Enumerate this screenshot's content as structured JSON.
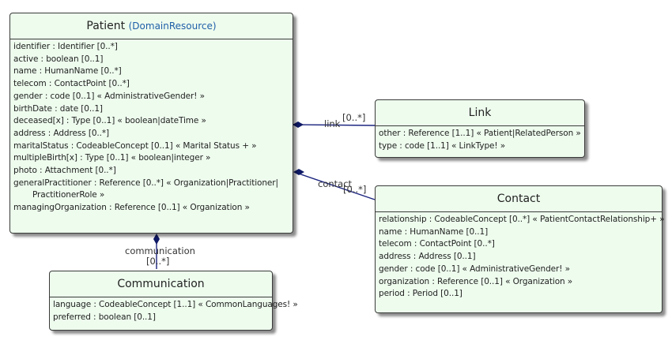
{
  "classes": {
    "patient": {
      "name": "Patient",
      "stereotype": "(DomainResource)",
      "attributes": [
        "identifier : Identifier [0..*]",
        "active : boolean [0..1]",
        "name : HumanName [0..*]",
        "telecom : ContactPoint [0..*]",
        "gender : code [0..1] « AdministrativeGender! »",
        "birthDate : date [0..1]",
        "deceased[x] : Type [0..1] « boolean|dateTime »",
        "address : Address [0..*]",
        "maritalStatus : CodeableConcept [0..1] « Marital Status + »",
        "multipleBirth[x] : Type [0..1] « boolean|integer »",
        "photo : Attachment [0..*]",
        "generalPractitioner : Reference [0..*] « Organization|Practitioner|",
        "PractitionerRole »",
        "managingOrganization : Reference [0..1] « Organization »"
      ]
    },
    "link": {
      "name": "Link",
      "attributes": [
        "other : Reference [1..1] « Patient|RelatedPerson »",
        "type : code [1..1] « LinkType! »"
      ]
    },
    "contact": {
      "name": "Contact",
      "attributes": [
        "relationship : CodeableConcept [0..*] « PatientContactRelationship+ »",
        "name : HumanName [0..1]",
        "telecom : ContactPoint [0..*]",
        "address : Address [0..1]",
        "gender : code [0..1] « AdministrativeGender! »",
        "organization : Reference [0..1] « Organization »",
        "period : Period [0..1]"
      ]
    },
    "communication": {
      "name": "Communication",
      "attributes": [
        "language : CodeableConcept [1..1] « CommonLanguages! »",
        "preferred : boolean [0..1]"
      ]
    }
  },
  "associations": {
    "link": {
      "role": "link",
      "cardinality": "[0..*]"
    },
    "contact": {
      "role": "contact",
      "cardinality": "[0..*]"
    },
    "communication": {
      "role": "communication",
      "cardinality": "[0..*]"
    }
  },
  "colors": {
    "box_fill": "#eefcee",
    "border": "#3a3a3a",
    "stereotype": "#1f5fa8",
    "association_line": "#1a237e"
  }
}
